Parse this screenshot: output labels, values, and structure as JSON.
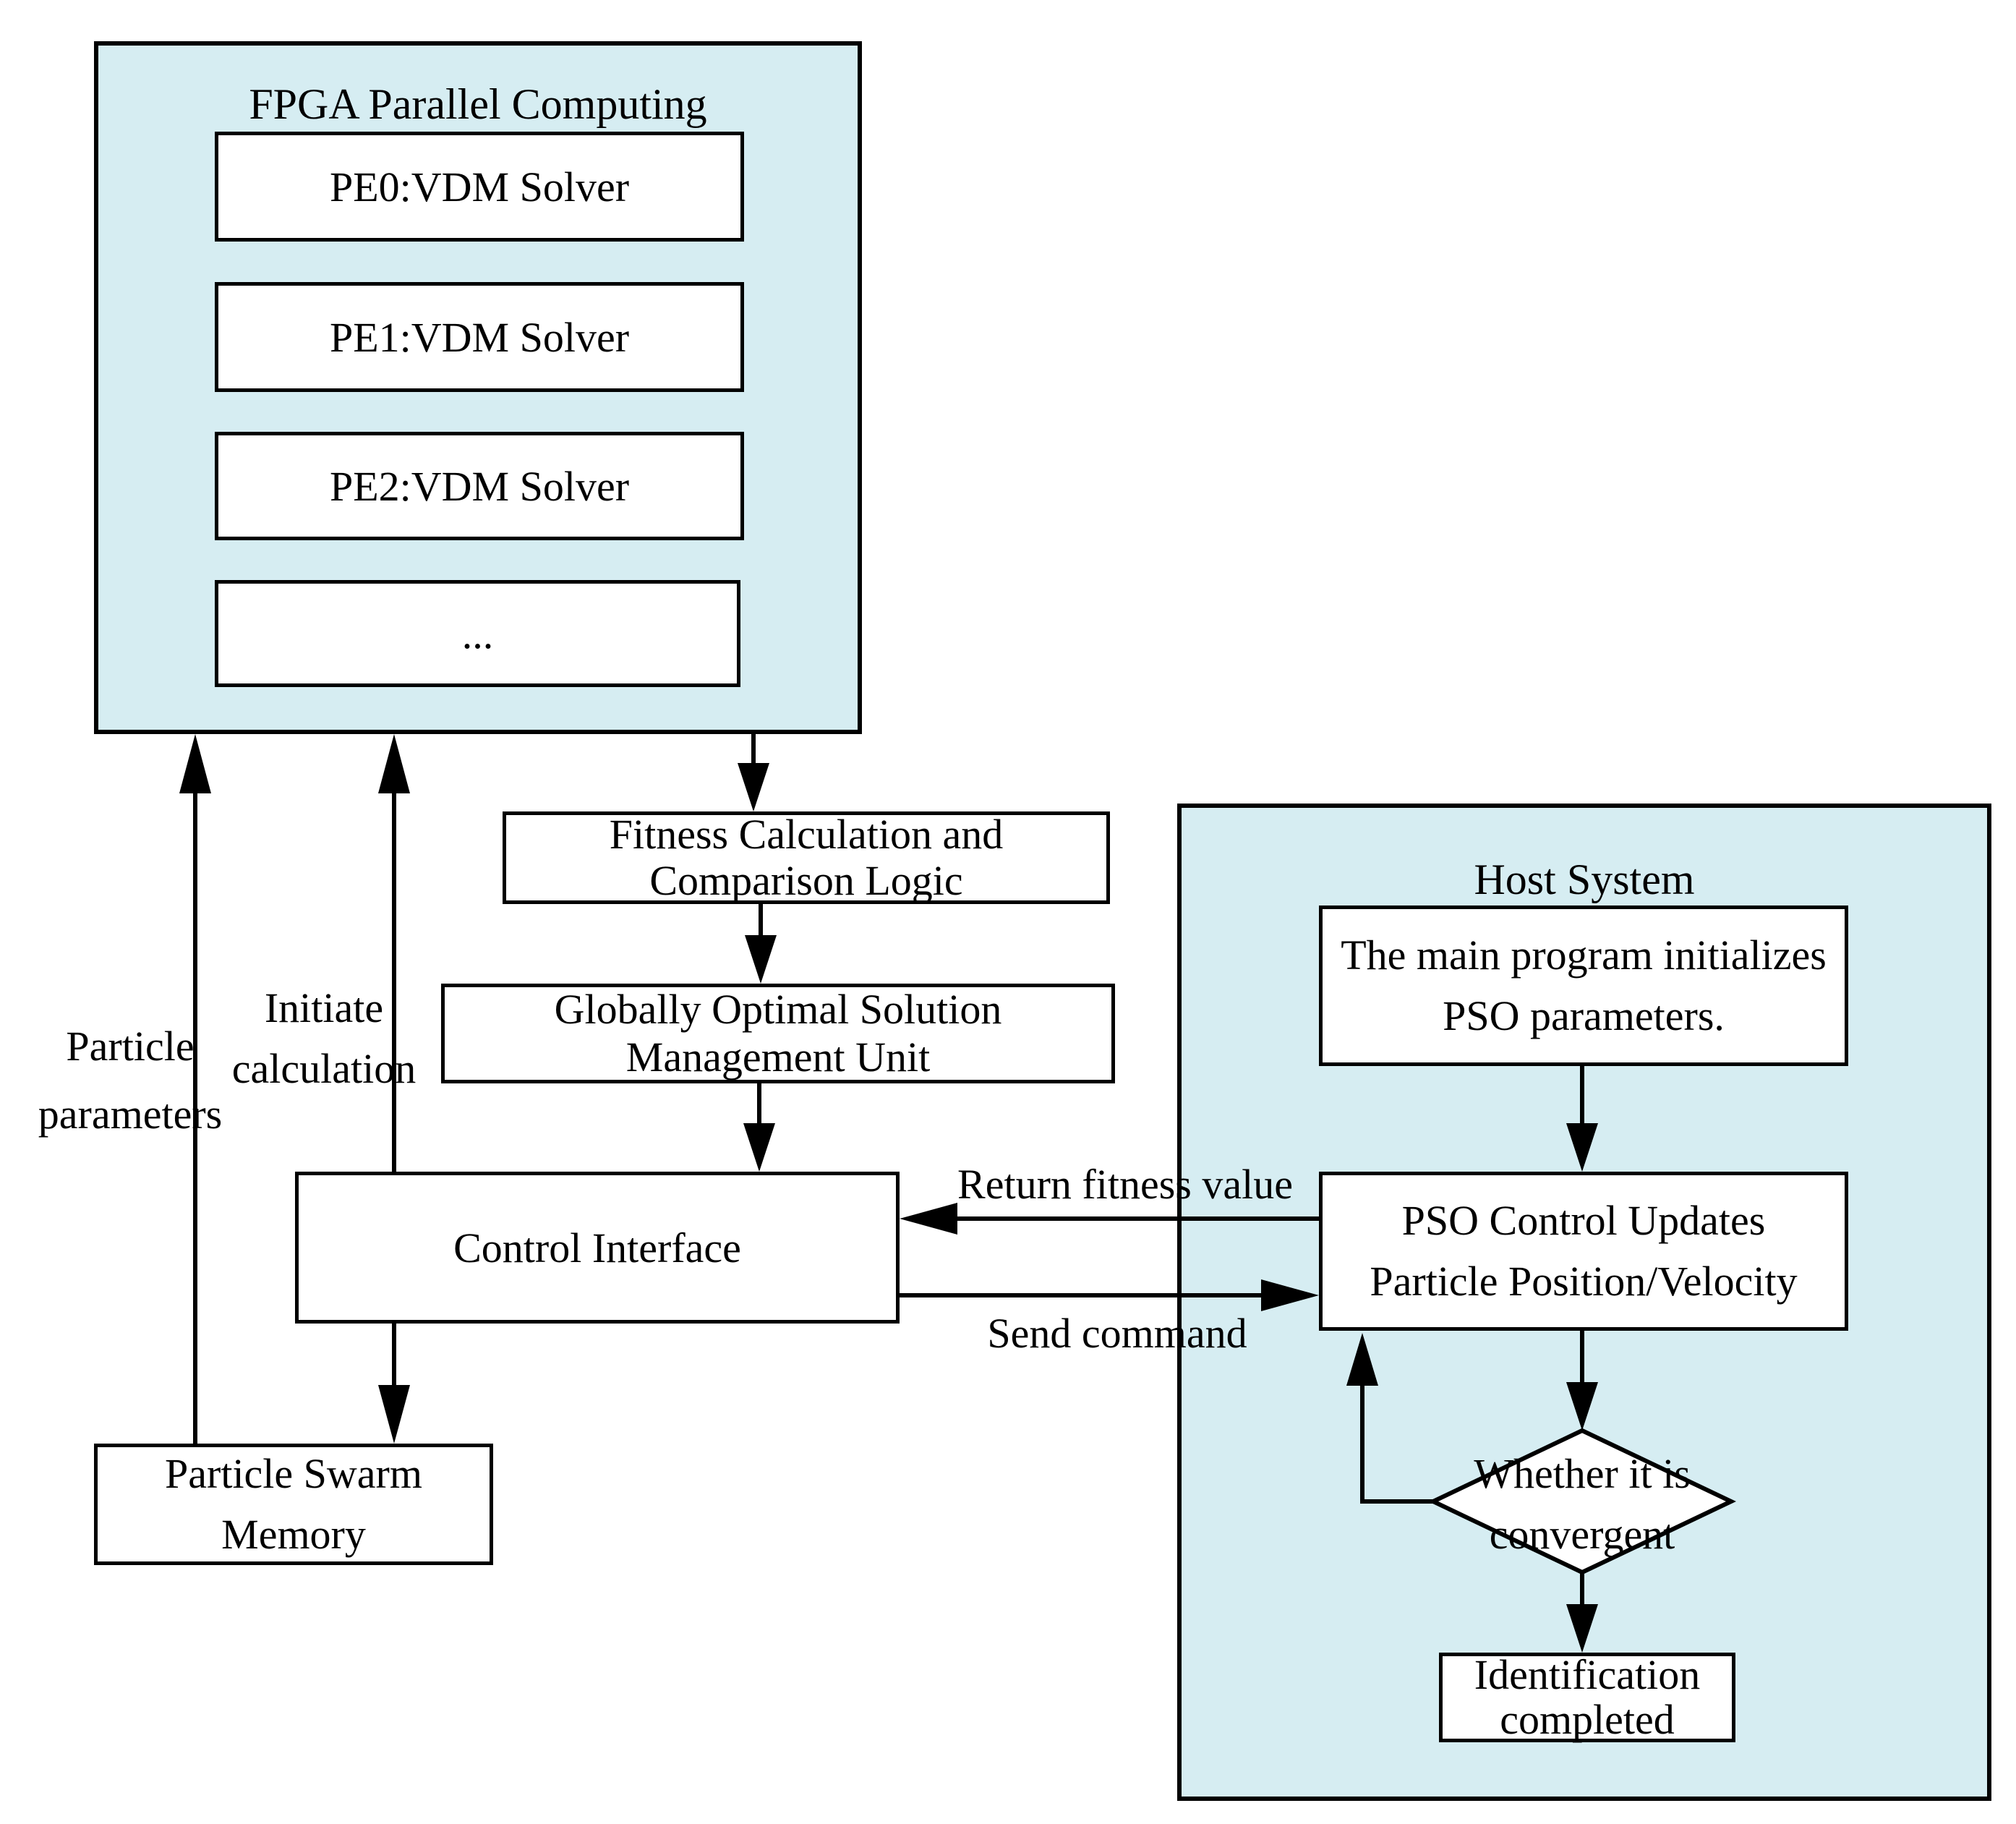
{
  "colors": {
    "region_fill": "#d6edf2",
    "box_fill": "#ffffff",
    "line": "#000000",
    "background": "#ffffff"
  },
  "fpga": {
    "title": "FPGA Parallel Computing",
    "pe_units": [
      "PE0:VDM Solver",
      "PE1:VDM Solver",
      "PE2:VDM Solver",
      "..."
    ]
  },
  "pipeline": {
    "fitness_lines": [
      "Fitness Calculation and",
      "Comparison Logic"
    ],
    "global_lines": [
      "Globally Optimal Solution",
      "Management Unit"
    ],
    "control_label": "Control Interface",
    "memory_lines": [
      "Particle Swarm",
      "Memory"
    ]
  },
  "host": {
    "title": "Host System",
    "init_lines": [
      "The main program initializes",
      "PSO parameters."
    ],
    "pso_lines": [
      "PSO Control Updates",
      "Particle Position/Velocity"
    ],
    "decision_lines": [
      "Whether it is",
      "convergent"
    ],
    "done_lines": [
      "Identification",
      "completed"
    ]
  },
  "edge_labels": {
    "particle_params_lines": [
      "Particle",
      "parameters"
    ],
    "initiate_lines": [
      "Initiate",
      "calculation"
    ],
    "return_fitness": "Return fitness value",
    "send_command": "Send command"
  }
}
